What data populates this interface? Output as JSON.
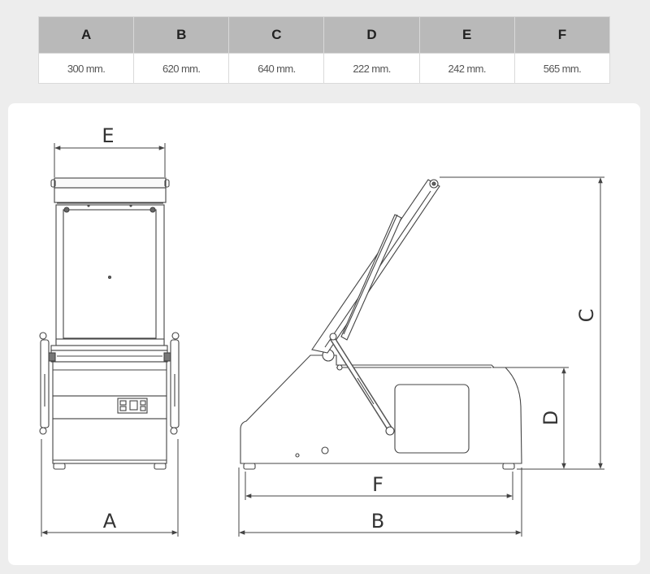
{
  "table": {
    "headers": [
      "A",
      "B",
      "C",
      "D",
      "E",
      "F"
    ],
    "values": [
      "300 mm.",
      "620 mm.",
      "640 mm.",
      "222 mm.",
      "242 mm.",
      "565 mm."
    ]
  },
  "drawing": {
    "labels": {
      "a": "A",
      "b": "B",
      "c": "C",
      "d": "D",
      "e": "E",
      "f": "F"
    }
  }
}
